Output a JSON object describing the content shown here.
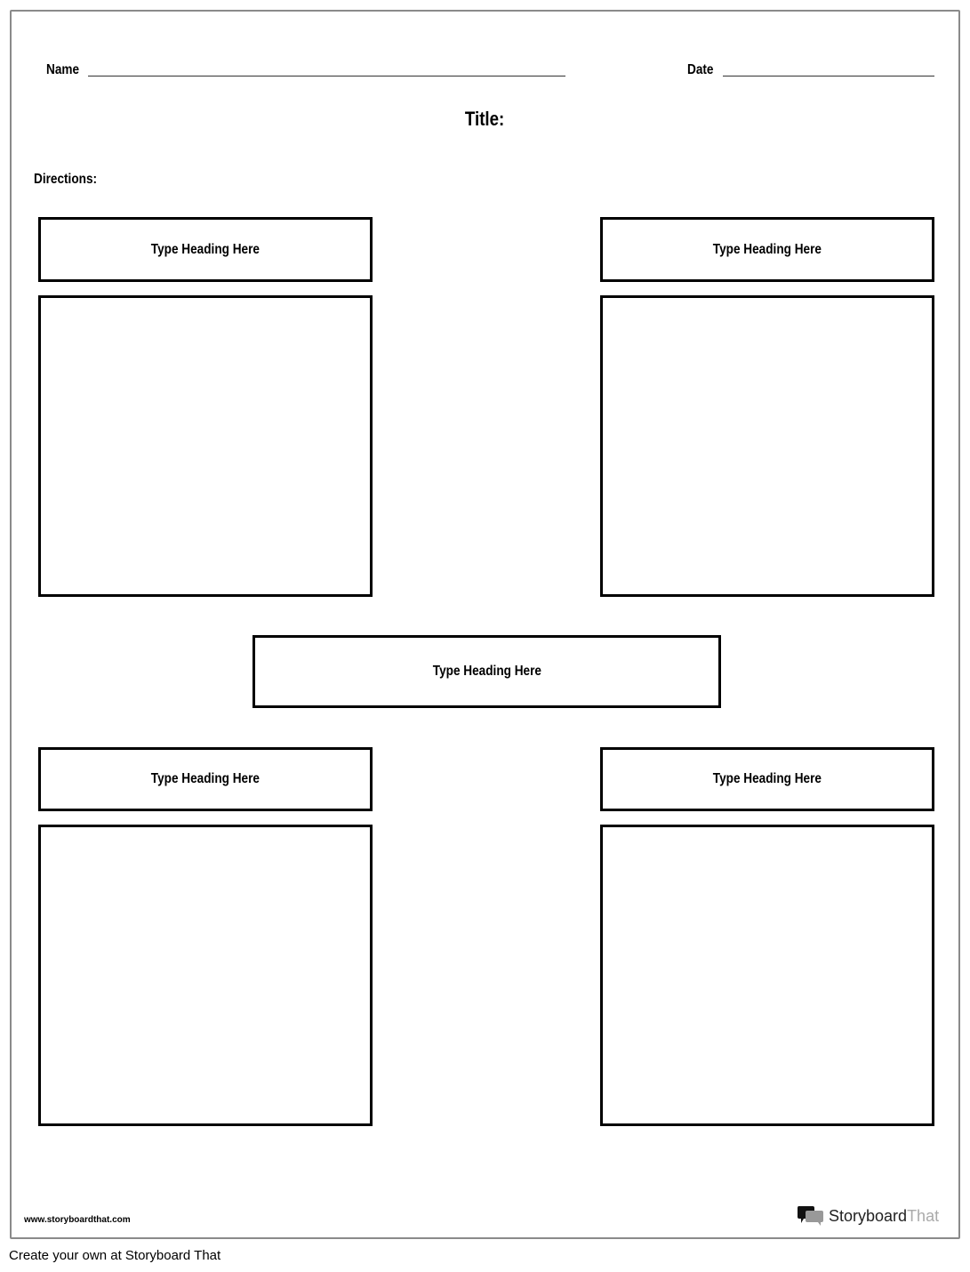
{
  "header": {
    "name_label": "Name",
    "date_label": "Date",
    "title_label": "Title:",
    "directions_label": "Directions:"
  },
  "panels": {
    "top_left_heading": "Type Heading Here",
    "top_right_heading": "Type Heading Here",
    "center_heading": "Type Heading Here",
    "bottom_left_heading": "Type Heading Here",
    "bottom_right_heading": "Type Heading Here"
  },
  "footer": {
    "website": "www.storyboardthat.com",
    "logo_text_dark": "Storyboard",
    "logo_text_light": "That",
    "create_link": "Create your own at Storyboard That"
  }
}
